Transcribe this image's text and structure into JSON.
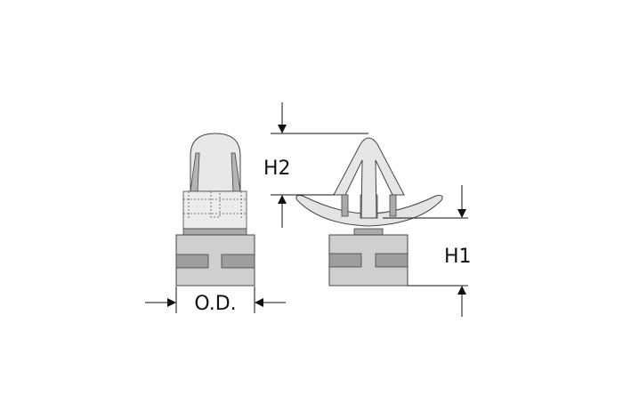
{
  "labels": {
    "od": "O.D.",
    "h1": "H1",
    "h2": "H2"
  },
  "colors": {
    "body": "#cfcfcf",
    "slot": "#9e9e9e",
    "cap": "#e6e6e6",
    "outline": "#444444"
  }
}
